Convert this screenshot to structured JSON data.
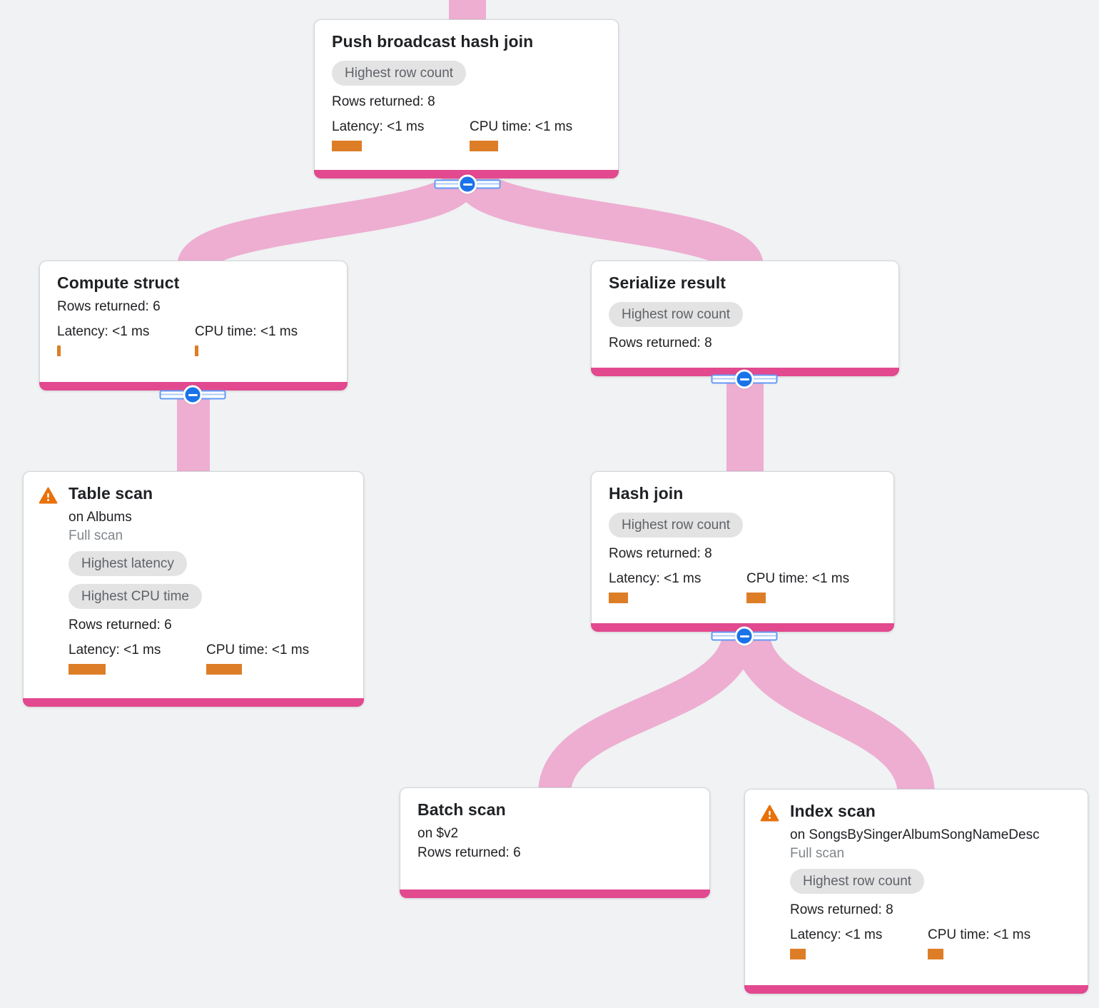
{
  "diagram": {
    "kind": "query-execution-plan-graph",
    "colors": {
      "background": "#f0f2f3",
      "link": "#edaed1",
      "node_bottom_bar": "#e2498f",
      "metric_bar": "#dd7e27",
      "warning_icon": "#e8710a",
      "expander_blue": "#1a73e8",
      "badge_bg": "#e3e3e4",
      "badge_text": "#5f6368"
    }
  },
  "nodes": [
    {
      "title": "Push broadcast hash join",
      "badges": [
        "Highest row count"
      ],
      "rows_returned": "Rows returned: 8",
      "metrics": [
        {
          "label": "Latency: <1 ms"
        },
        {
          "label": "CPU time: <1 ms"
        }
      ]
    },
    {
      "title": "Compute struct",
      "rows_returned": "Rows returned: 6",
      "metrics": [
        {
          "label": "Latency: <1 ms"
        },
        {
          "label": "CPU time: <1 ms"
        }
      ]
    },
    {
      "title": "Serialize result",
      "badges": [
        "Highest row count"
      ],
      "rows_returned": "Rows returned: 8"
    },
    {
      "title": "Table scan",
      "subtitle": "on Albums",
      "scan_type": "Full scan",
      "badges": [
        "Highest latency",
        "Highest CPU time"
      ],
      "rows_returned": "Rows returned: 6",
      "metrics": [
        {
          "label": "Latency: <1 ms"
        },
        {
          "label": "CPU time: <1 ms"
        }
      ]
    },
    {
      "title": "Hash join",
      "badges": [
        "Highest row count"
      ],
      "rows_returned": "Rows returned: 8",
      "metrics": [
        {
          "label": "Latency: <1 ms"
        },
        {
          "label": "CPU time: <1 ms"
        }
      ]
    },
    {
      "title": "Batch scan",
      "subtitle": "on $v2",
      "rows_returned": "Rows returned: 6"
    },
    {
      "title": "Index scan",
      "subtitle": "on SongsBySingerAlbumSongNameDesc",
      "scan_type": "Full scan",
      "badges": [
        "Highest row count"
      ],
      "rows_returned": "Rows returned: 8",
      "metrics": [
        {
          "label": "Latency: <1 ms"
        },
        {
          "label": "CPU time: <1 ms"
        }
      ]
    }
  ]
}
